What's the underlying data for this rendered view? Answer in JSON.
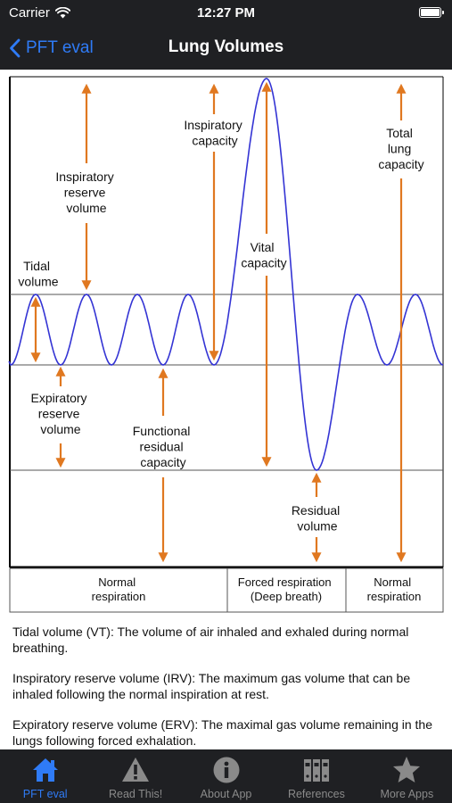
{
  "status_bar": {
    "carrier": "Carrier",
    "time": "12:27 PM"
  },
  "nav": {
    "back_label": "PFT eval",
    "title": "Lung Volumes"
  },
  "diagram": {
    "labels": {
      "tidal_volume": [
        "Tidal",
        "volume"
      ],
      "inspiratory_reserve_volume": [
        "Inspiratory",
        "reserve",
        "volume"
      ],
      "inspiratory_capacity": [
        "Inspiratory",
        "capacity"
      ],
      "vital_capacity": [
        "Vital",
        "capacity"
      ],
      "total_lung_capacity": [
        "Total",
        "lung",
        "capacity"
      ],
      "expiratory_reserve_volume": [
        "Expiratory",
        "reserve",
        "volume"
      ],
      "functional_residual_capacity": [
        "Functional",
        "residual",
        "capacity"
      ],
      "residual_volume": [
        "Residual",
        "volume"
      ]
    },
    "phases": [
      [
        "Normal",
        "respiration"
      ],
      [
        "Forced respiration",
        "(Deep breath)"
      ],
      [
        "Normal",
        "respiration"
      ]
    ],
    "colors": {
      "wave": "#3434d4",
      "arrow": "#e07820",
      "border": "#000000",
      "gridline": "#555555"
    }
  },
  "definitions": [
    "Tidal volume (VT): The volume of air inhaled and exhaled during normal breathing.",
    "Inspiratory reserve volume (IRV):  The maximum gas volume that can be inhaled following the normal inspiration at rest.",
    "Expiratory reserve volume (ERV):  The maximal gas volume remaining in the lungs following forced exhalation."
  ],
  "tabs": [
    {
      "label": "PFT eval",
      "icon": "home-icon",
      "active": true
    },
    {
      "label": "Read This!",
      "icon": "warning-icon",
      "active": false
    },
    {
      "label": "About App",
      "icon": "info-icon",
      "active": false
    },
    {
      "label": "References",
      "icon": "binders-icon",
      "active": false
    },
    {
      "label": "More Apps",
      "icon": "star-icon",
      "active": false
    }
  ],
  "colors": {
    "bar_bg": "#1f2023",
    "accent": "#2f7bf6",
    "inactive": "#8a8a8a"
  }
}
